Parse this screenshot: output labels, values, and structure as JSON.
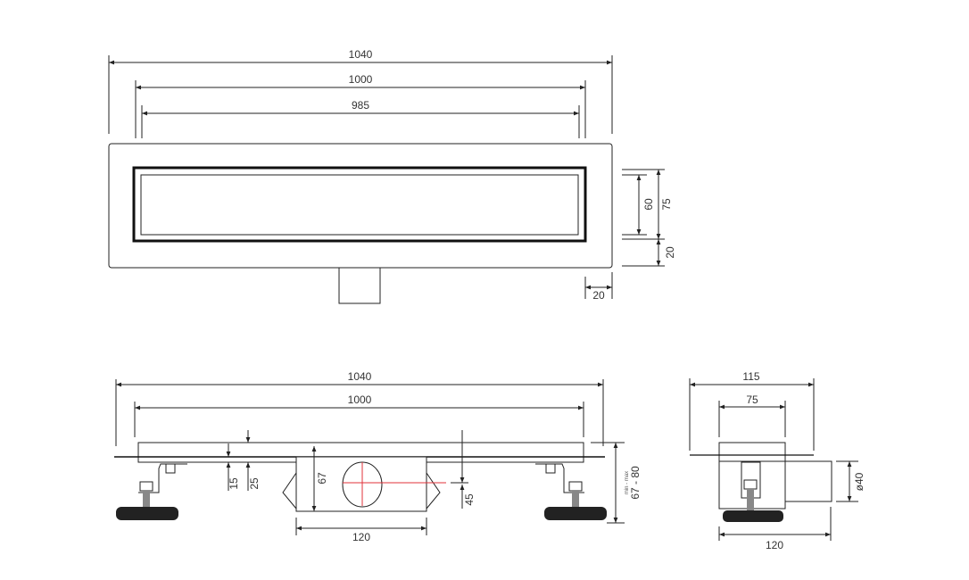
{
  "top_view": {
    "overall_length": "1040",
    "grate_length": "1000",
    "inner_length": "985",
    "inner_width": "60",
    "grate_width": "75",
    "flange_height": "20",
    "flange_width": "20"
  },
  "side_view": {
    "overall_length": "1040",
    "grate_length": "1000",
    "floor_offset": "15",
    "grate_depth": "25",
    "body_height": "67",
    "outlet_height": "45",
    "body_width": "120",
    "adjust_range": "67 - 80",
    "adjust_label": "min - max"
  },
  "end_view": {
    "overall_width": "115",
    "grate_width": "75",
    "outlet_diameter": "ø40",
    "base_width": "120"
  },
  "colors": {
    "line": "#222222",
    "centerline": "#e0303a"
  }
}
